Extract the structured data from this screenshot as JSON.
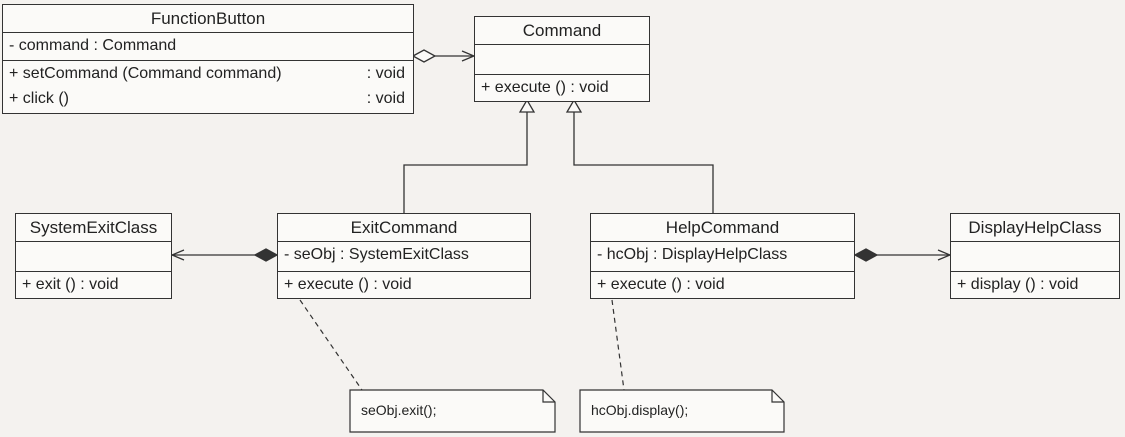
{
  "classes": {
    "function_button": {
      "name": "FunctionButton",
      "attributes": [
        {
          "text": "- command : Command"
        }
      ],
      "operations": [
        {
          "text": "+ setCommand (Command command)",
          "ret": ": void"
        },
        {
          "text": "+ click ()",
          "ret": ": void"
        }
      ]
    },
    "command": {
      "name": "Command",
      "operations": [
        {
          "text": "+ execute () : void"
        }
      ]
    },
    "system_exit_class": {
      "name": "SystemExitClass",
      "operations": [
        {
          "text": "+ exit () : void"
        }
      ]
    },
    "exit_command": {
      "name": "ExitCommand",
      "attributes": [
        {
          "text": "- seObj : SystemExitClass"
        }
      ],
      "operations": [
        {
          "text": "+ execute () : void"
        }
      ]
    },
    "help_command": {
      "name": "HelpCommand",
      "attributes": [
        {
          "text": "- hcObj : DisplayHelpClass"
        }
      ],
      "operations": [
        {
          "text": "+ execute () : void"
        }
      ]
    },
    "display_help_class": {
      "name": "DisplayHelpClass",
      "operations": [
        {
          "text": "+ display () : void"
        }
      ]
    }
  },
  "notes": {
    "exit_note": "seObj.exit();",
    "help_note": "hcObj.display();"
  },
  "colors": {
    "line": "#333333",
    "background": "#f4f2ef",
    "box": "#fbfaf8"
  }
}
